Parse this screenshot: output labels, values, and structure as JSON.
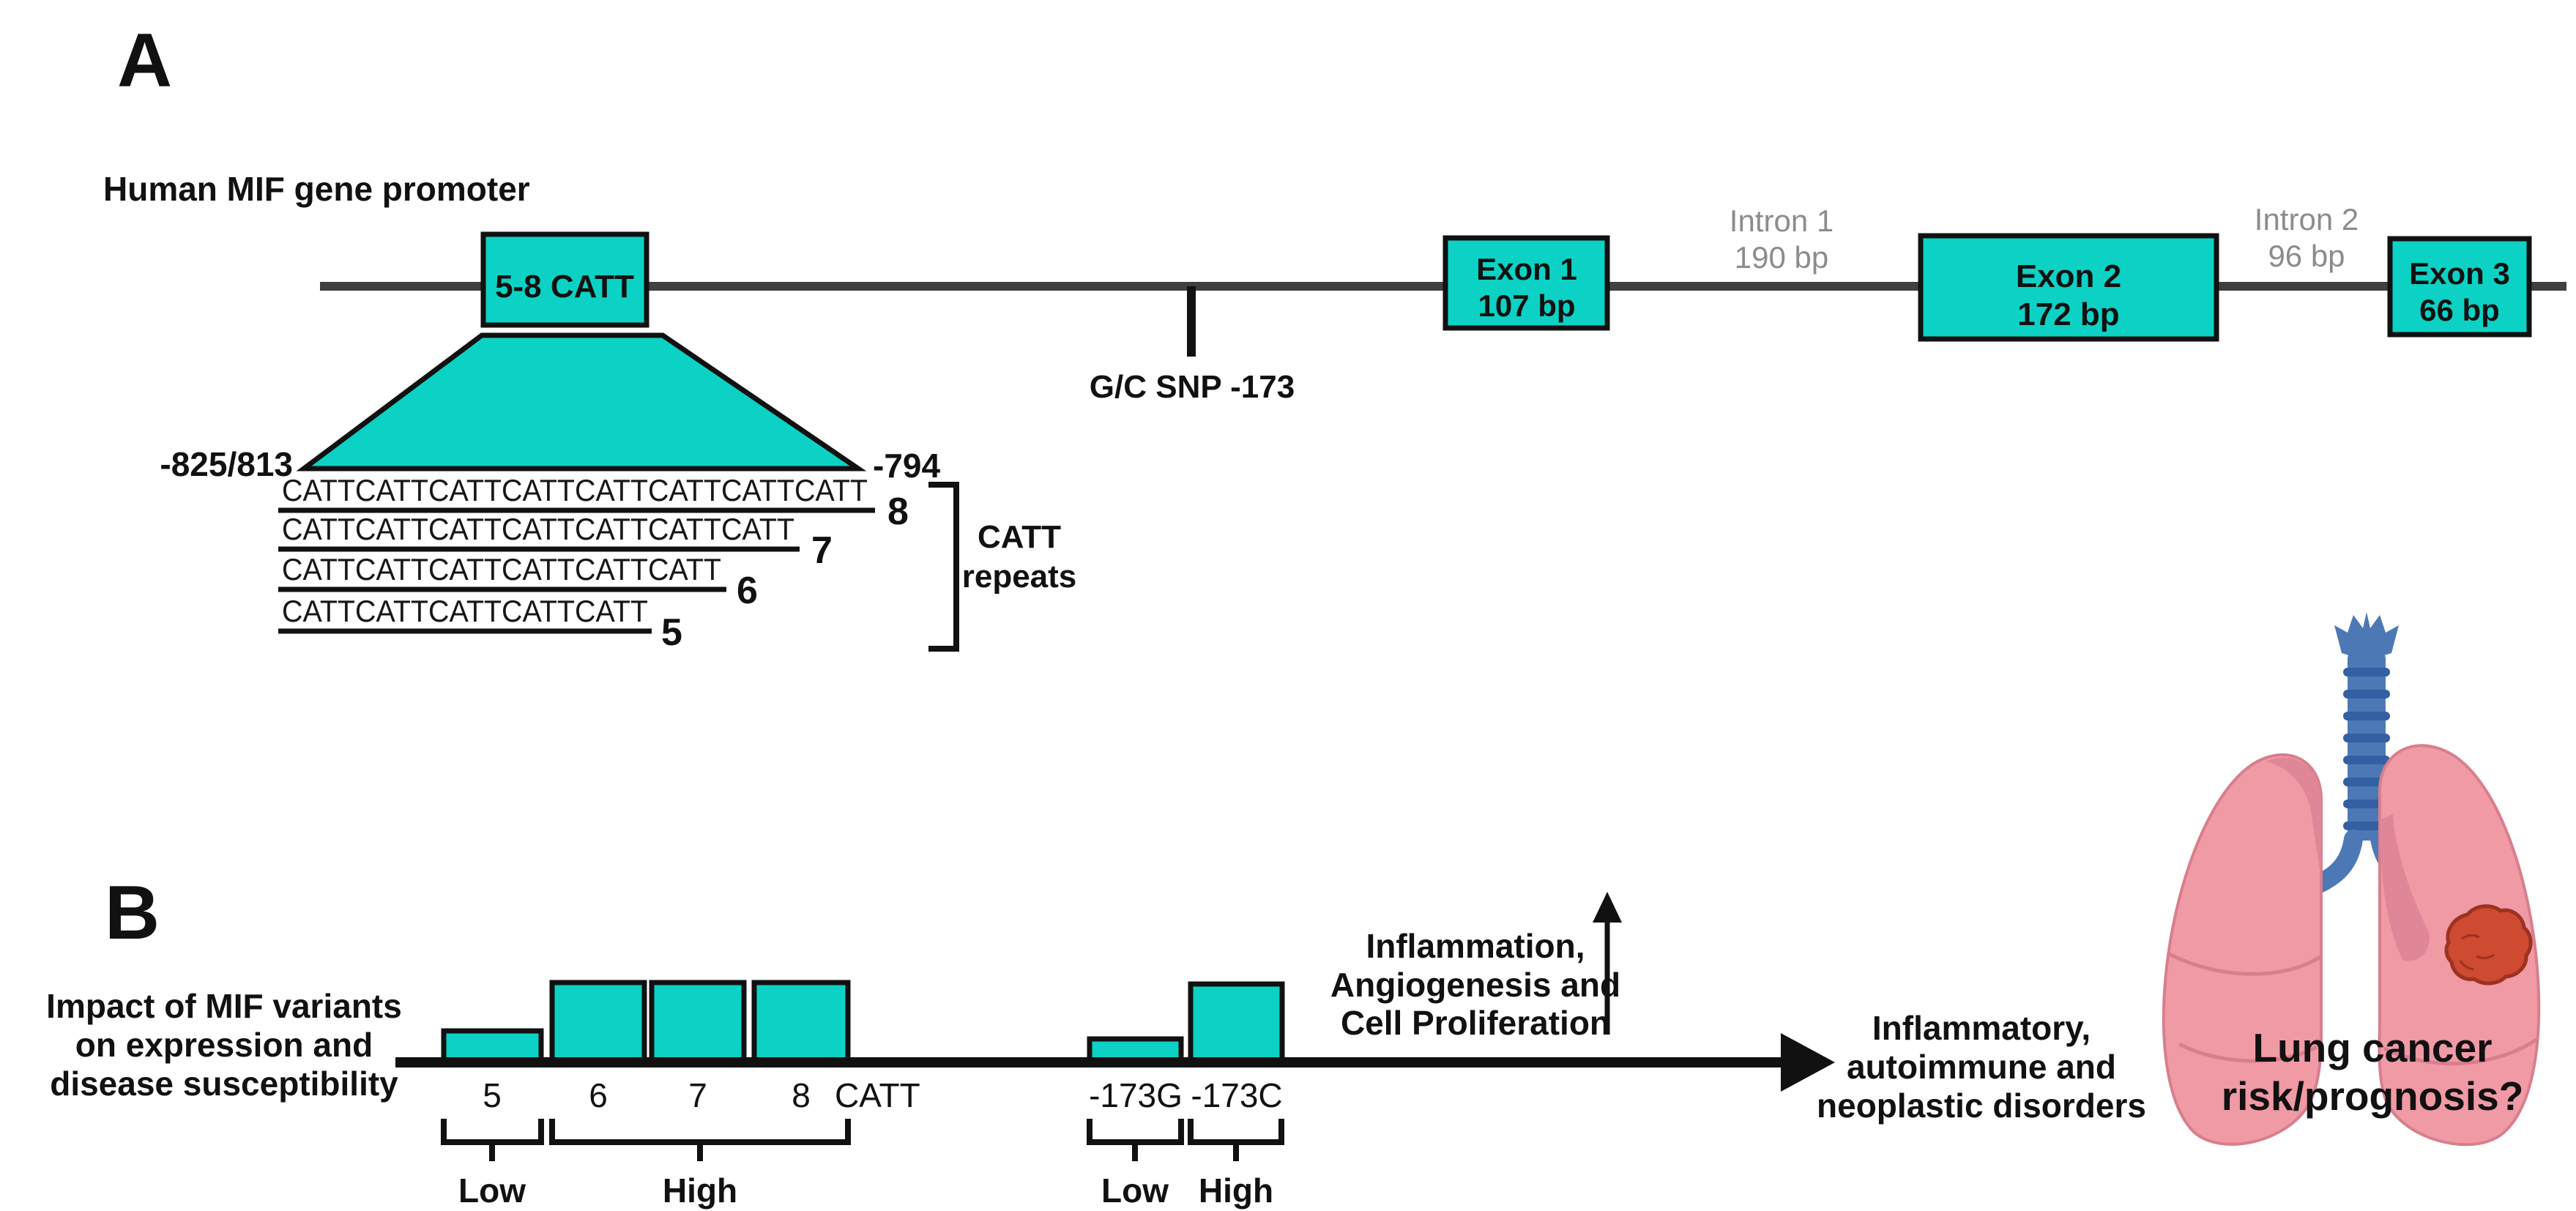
{
  "panel_a": {
    "label": "A",
    "title": "Human MIF gene promoter",
    "catt_box_label": "5-8 CATT",
    "snp_label": "G/C SNP -173",
    "exon1_name": "Exon 1",
    "exon1_size": "107 bp",
    "intron1_name": "Intron 1",
    "intron1_size": "190 bp",
    "exon2_name": "Exon 2",
    "exon2_size": "172 bp",
    "intron2_name": "Intron 2",
    "intron2_size": "96 bp",
    "exon3_name": "Exon 3",
    "exon3_size": "66 bp",
    "zoom_left_coordinate": "-825/813",
    "zoom_right_coordinate": "-794",
    "repeat_rows": [
      {
        "sequence": "CATTCATTCATTCATTCATTCATTCATTCATT",
        "count": "8"
      },
      {
        "sequence": "CATTCATTCATTCATTCATTCATTCATT",
        "count": "7"
      },
      {
        "sequence": "CATTCATTCATTCATTCATTCATT",
        "count": "6"
      },
      {
        "sequence": "CATTCATTCATTCATTCATT",
        "count": "5"
      }
    ],
    "bracket_label": {
      "line1": "CATT",
      "line2": "repeats"
    }
  },
  "panel_b": {
    "label": "B",
    "impact_text": [
      "Impact of MIF variants",
      "on expression and",
      "disease susceptibility"
    ],
    "catt_axis": {
      "ticks": [
        "5",
        "6",
        "7",
        "8"
      ],
      "unit": "CATT",
      "bars": [
        {
          "allele": "5",
          "expression": "low"
        },
        {
          "allele": "6",
          "expression": "high"
        },
        {
          "allele": "7",
          "expression": "high"
        },
        {
          "allele": "8",
          "expression": "high"
        }
      ],
      "group_low": "Low",
      "group_high": "High"
    },
    "snp_axis": {
      "ticks": [
        "-173G",
        "-173C"
      ],
      "bars": [
        {
          "allele": "-173G",
          "expression": "low"
        },
        {
          "allele": "-173C",
          "expression": "high"
        }
      ],
      "group_low": "Low",
      "group_high": "High"
    },
    "process_text": [
      "Inflammation,",
      "Angiogenesis and",
      "Cell Proliferation"
    ],
    "outcome_text": [
      "Inflammatory,",
      "autoimmune and",
      "neoplastic disorders"
    ],
    "lung_caption": [
      "Lung cancer",
      "risk/prognosis?"
    ]
  },
  "colors": {
    "teal": "#0bd2c4",
    "promoter_line": "#404040",
    "intron_text": "#8c8c8c",
    "ink": "#111111",
    "lung_pink": "#f09aa5",
    "lung_outline": "#d87e8d",
    "lung_shade": "#e08797",
    "trachea_blue": "#4c79b6",
    "trachea_stripe": "#335fa3",
    "tumor_red": "#ce4a30",
    "tumor_outline": "#9c3220"
  }
}
